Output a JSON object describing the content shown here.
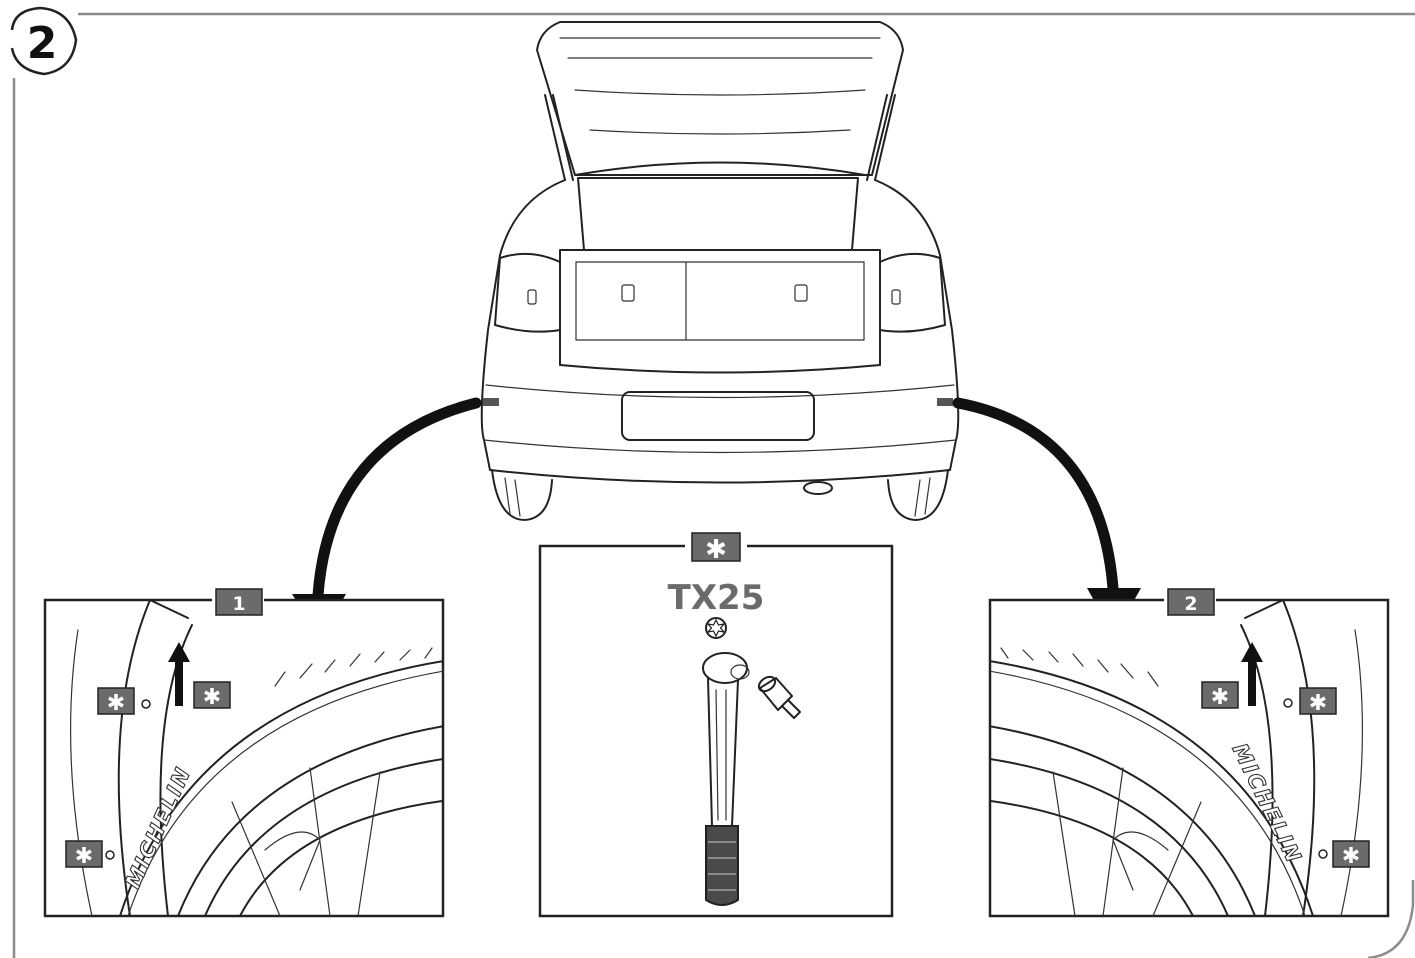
{
  "step": {
    "number": "2"
  },
  "panels": {
    "left": {
      "tag": "1"
    },
    "center": {
      "tool_label": "TX25"
    },
    "right": {
      "tag": "2"
    }
  },
  "tire_brand": "MICHELIN",
  "screw_marker_symbol": "✱",
  "colors": {
    "frame": "#8c8c8c",
    "tag_fill": "#6b6b6b",
    "line": "#222222",
    "arrow": "#111111"
  },
  "icons": [
    "torx-bit-icon",
    "screw-marker-icon",
    "up-arrow-icon",
    "curved-arrow-icon"
  ]
}
